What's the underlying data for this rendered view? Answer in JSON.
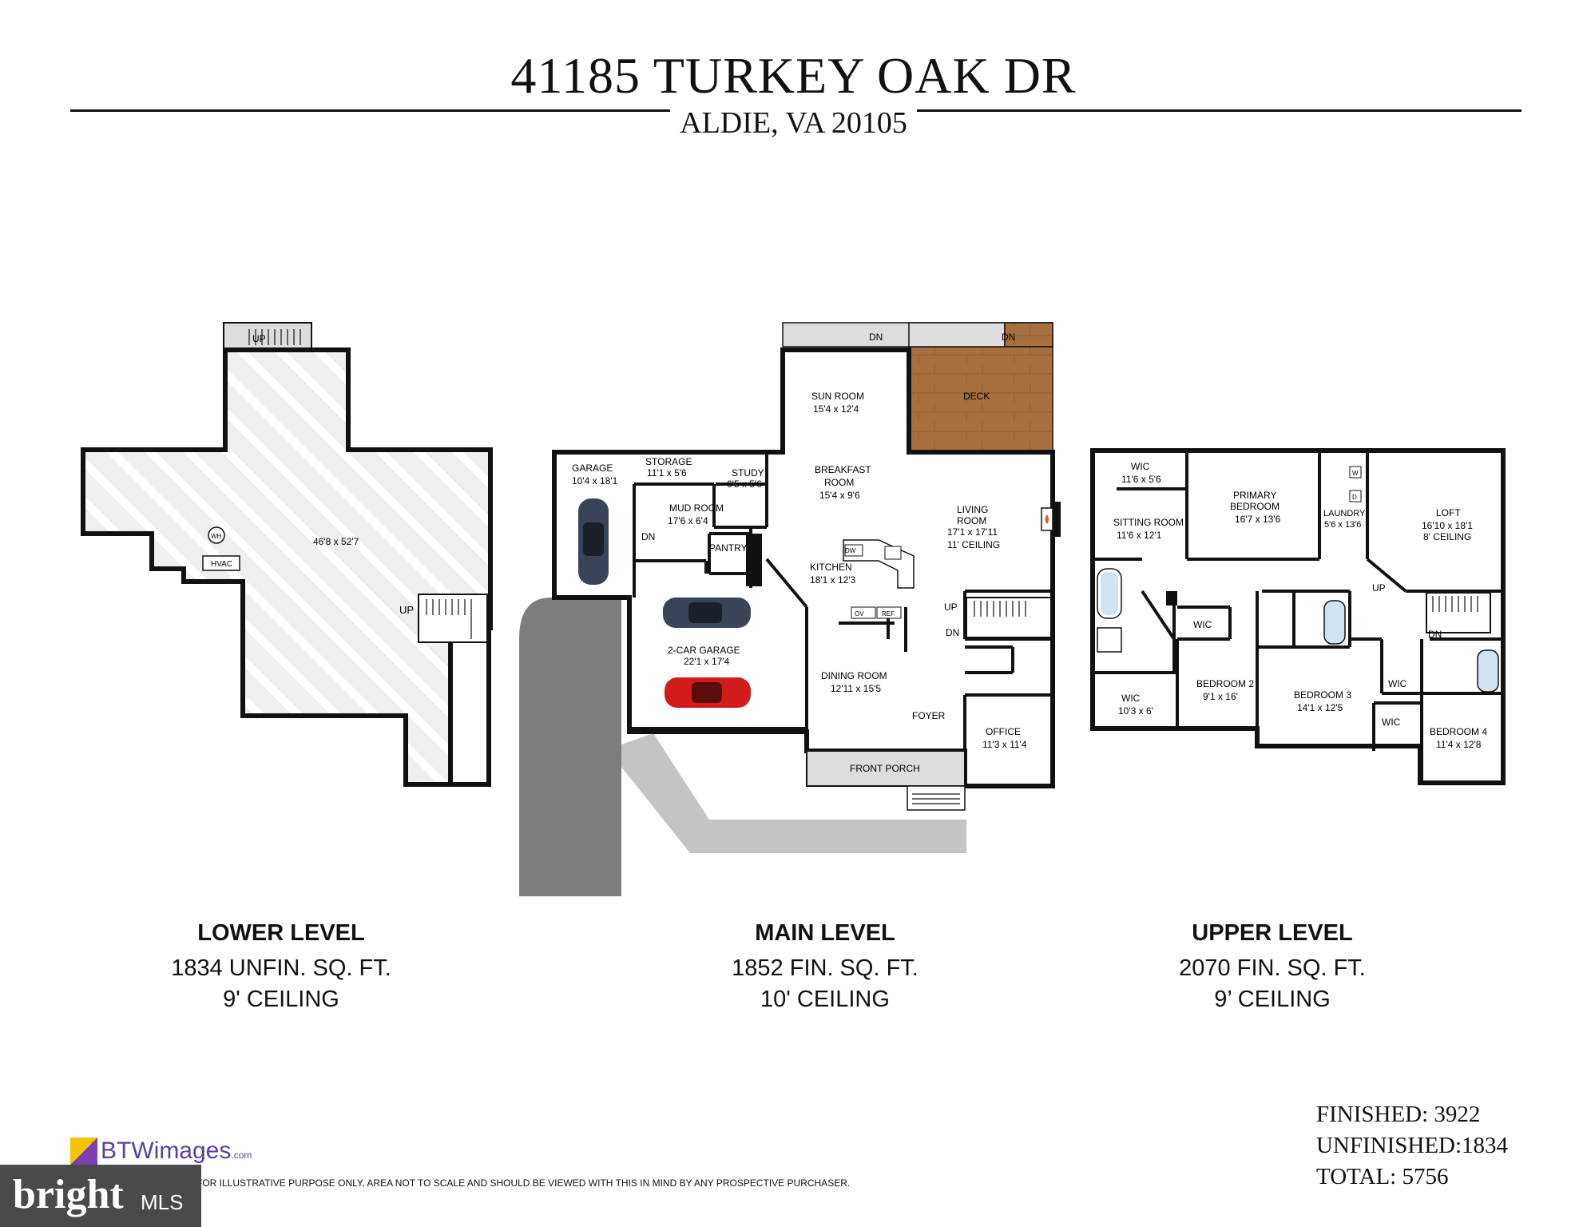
{
  "header": {
    "title": "41185 TURKEY OAK DR",
    "subtitle": "ALDIE, VA 20105"
  },
  "levels": [
    {
      "name": "LOWER LEVEL",
      "area": "1834 UNFIN. SQ. FT.",
      "ceiling": "9' CEILING"
    },
    {
      "name": "MAIN LEVEL",
      "area": "1852 FIN. SQ. FT.",
      "ceiling": "10' CEILING"
    },
    {
      "name": "UPPER LEVEL",
      "area": "2070 FIN. SQ. FT.",
      "ceiling": "9’ CEILING"
    }
  ],
  "lower": {
    "dims": "46'8 x 52'7",
    "wh": "WH",
    "hvac": "HVAC",
    "up1": "UP",
    "up2": "UP"
  },
  "main": {
    "sun_room": "SUN ROOM",
    "sun_room_dim": "15'4 x 12'4",
    "deck": "DECK",
    "dn1": "DN",
    "dn2": "DN",
    "dn3": "DN",
    "dn4": "DN",
    "up": "UP",
    "garage": "GARAGE",
    "garage_dim": "10'4 x 18'1",
    "storage": "STORAGE",
    "storage_dim": "11'1 x 5'6",
    "study": "STUDY",
    "study_dim": "6'5 x 5'6",
    "breakfast1": "BREAKFAST",
    "breakfast2": "ROOM",
    "breakfast_dim": "15'4 x 9'6",
    "mud_room": "MUD ROOM",
    "mud_room_dim": "17'6 x 6'4",
    "pantry": "PANTRY",
    "dw": "DW",
    "kitchen": "KITCHEN",
    "kitchen_dim": "18'1 x 12'3",
    "ov": "OV",
    "ref": "REF",
    "living1": "LIVING",
    "living2": "ROOM",
    "living_dim": "17'1 x 17'11",
    "living_ceiling": "11' CEILING",
    "two_car": "2-CAR GARAGE",
    "two_car_dim": "22'1 x 17'4",
    "dining": "DINING ROOM",
    "dining_dim": "12'11 x 15'5",
    "foyer": "FOYER",
    "office": "OFFICE",
    "office_dim": "11'3 x 11'4",
    "porch": "FRONT PORCH"
  },
  "upper": {
    "wic1": "WIC",
    "wic1_dim": "11'6 x 5'6",
    "sitting": "SITTING ROOM",
    "sitting_dim": "11'6 x 12'1",
    "primary1": "PRIMARY",
    "primary2": "BEDROOM",
    "primary_dim": "16'7 x 13'6",
    "laundry": "LAUNDRY",
    "laundry_dim": "5'6 x 13'6",
    "w": "W",
    "d": "D",
    "loft": "LOFT",
    "loft_dim": "16'10 x 18'1",
    "loft_ceiling": "8' CEILING",
    "up": "UP",
    "dn": "DN",
    "wic2": "WIC",
    "bed2": "BEDROOM 2",
    "bed2_dim": "9'1 x 16'",
    "bed3": "BEDROOM 3",
    "bed3_dim": "14'1 x 12'5",
    "wic3": "WIC",
    "wic3_dim": "10'3 x 6'",
    "wic4": "WIC",
    "wic5": "WIC",
    "bed4": "BEDROOM 4",
    "bed4_dim": "11'4 x 12'8"
  },
  "totals": {
    "finished": "FINISHED: 3922",
    "unfinished": "UNFINISHED:1834",
    "total": "TOTAL: 5756"
  },
  "footer": {
    "brand": "BTWimages",
    "brand_suffix": ".com",
    "disclaimer": "FOR ILLUSTRATIVE PURPOSE ONLY, AREA NOT TO SCALE AND SHOULD BE VIEWED WITH THIS IN MIND BY ANY PROSPECTIVE PURCHASER.",
    "mls_brand": "bright",
    "mls_suffix": "MLS"
  },
  "colors": {
    "wall": "#111111",
    "deck": "#a06a3a",
    "driveway": "#7d7d7d",
    "walkway": "#c4c4c4",
    "hatch": "#e4e4e4"
  }
}
